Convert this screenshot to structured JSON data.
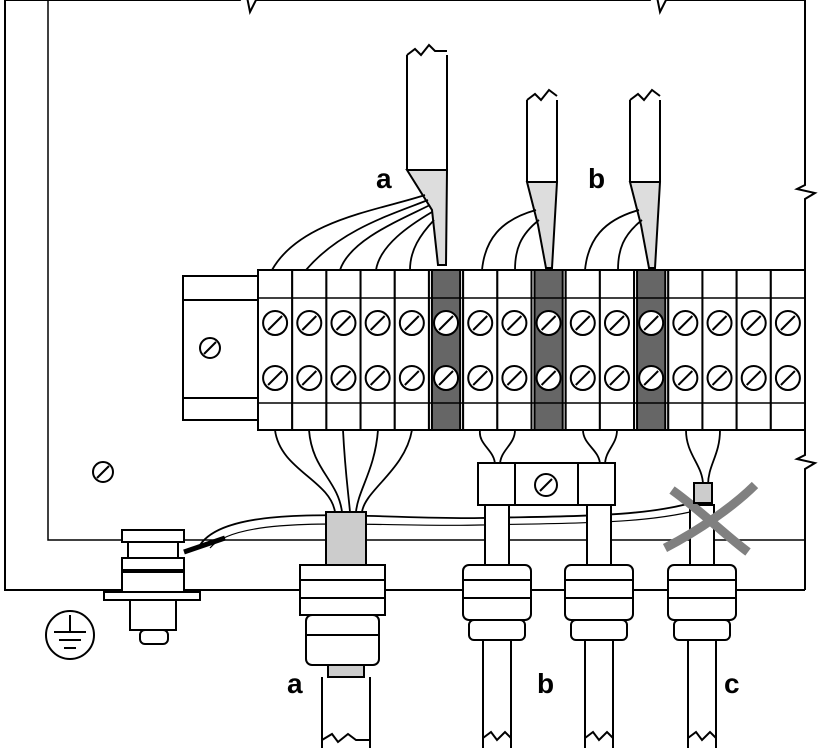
{
  "labels": {
    "top_cable_a": "a",
    "top_cable_b": "b",
    "bottom_gland_a": "a",
    "bottom_gland_b": "b",
    "bottom_gland_c": "c"
  },
  "terminal_block": {
    "terminal_count": 16,
    "shield_terminals": [
      6,
      9,
      12
    ]
  },
  "colors": {
    "line": "#000000",
    "shield_terminal": "#666666",
    "cross_out": "#808080"
  }
}
